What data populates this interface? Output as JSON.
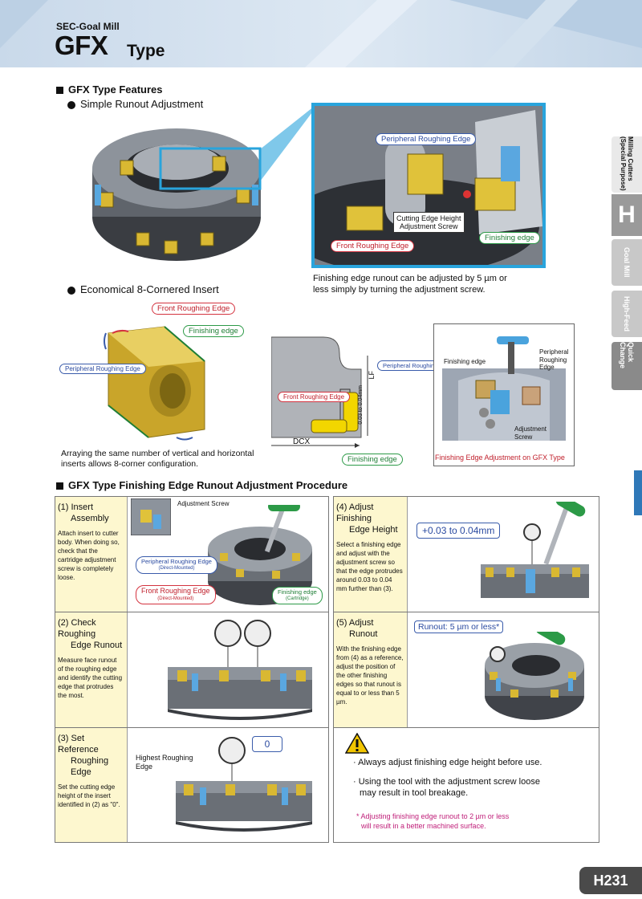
{
  "header": {
    "series": "SEC-Goal Mill",
    "title": "GFX",
    "title_suffix": "Type"
  },
  "side_tabs": {
    "milling": "Milling Cutters (Special Purpose)",
    "letter": "H",
    "goal_mill": "Goal Mill",
    "high_feed": "High-Feed",
    "quick_change": "Quick Change"
  },
  "features": {
    "heading": "GFX Type Features",
    "bullet1": "Simple Runout Adjustment",
    "bullet2": "Economical 8-Cornered Insert",
    "zoom_callouts": {
      "peripheral": "Peripheral Roughing Edge",
      "screw_line1": "Cutting Edge Height",
      "screw_line2": "Adjustment Screw",
      "front": "Front Roughing Edge",
      "finishing": "Finishing edge"
    },
    "zoom_caption_l1": "Finishing edge runout can be adjusted by 5 µm or",
    "zoom_caption_l2": "less simply by turning the adjustment screw.",
    "insert_callouts": {
      "front": "Front Roughing Edge",
      "finishing": "Finishing edge",
      "peripheral": "Peripheral Roughing Edge"
    },
    "insert_caption_l1": "Arraying the same number of vertical and horizontal",
    "insert_caption_l2": "inserts allows 8-corner configuration.",
    "section_callouts": {
      "peripheral": "Peripheral Roughing Edge",
      "front": "Front Roughing Edge",
      "finishing": "Finishing edge",
      "dcx": "DCX",
      "lf": "LF",
      "gap": "0.03 to 0.04mm"
    },
    "adjust_labels": {
      "finishing": "Finishing edge",
      "peripheral_l1": "Peripheral",
      "peripheral_l2": "Roughing",
      "peripheral_l3": "Edge",
      "screw_l1": "Adjustment",
      "screw_l2": "Screw"
    },
    "adjust_caption": "Finishing Edge Adjustment on GFX Type"
  },
  "procedure": {
    "heading": "GFX Type Finishing Edge Runout Adjustment Procedure",
    "step1": {
      "title_l1": "(1) Insert",
      "title_l2": "Assembly",
      "desc": "Attach insert to cutter body. When doing so, check that the cartridge adjustment screw is completely loose.",
      "screw_label": "Adjustment Screw",
      "peripheral": "Peripheral Roughing Edge",
      "peripheral_sub": "(Direct-Mounted)",
      "front": "Front Roughing Edge",
      "front_sub": "(Direct-Mounted)",
      "finishing": "Finishing edge",
      "finishing_sub": "(Cartridge)"
    },
    "step2": {
      "title_l1": "(2) Check Roughing",
      "title_l2": "Edge Runout",
      "desc": "Measure face runout of the roughing edge and identify the cutting edge that protrudes the most."
    },
    "step3": {
      "title_l1": "(3) Set Reference",
      "title_l2": "Roughing Edge",
      "desc": "Set the cutting edge height of the insert identified in (2) as \"0\".",
      "label_l1": "Highest Roughing",
      "label_l2": "Edge",
      "value": "0"
    },
    "step4": {
      "title_l1": "(4) Adjust Finishing",
      "title_l2": "Edge Height",
      "desc": "Select a finishing edge and adjust with the adjustment screw so that the edge protrudes around 0.03 to 0.04 mm further than (3).",
      "value": "+0.03 to 0.04mm"
    },
    "step5": {
      "title_l1": "(5) Adjust",
      "title_l2": "Runout",
      "desc": "With the finishing edge from (4) as a reference, adjust the position of the other finishing edges so that runout is equal to or less than 5 µm.",
      "value": "Runout: 5 µm or less*"
    },
    "warning": {
      "line1": "· Always adjust finishing edge height before use.",
      "line2a": "· Using the tool with the adjustment screw loose",
      "line2b": "may result in tool breakage.",
      "note_l1": "* Adjusting finishing edge runout to 2 µm or less",
      "note_l2": "will result in a better machined surface."
    }
  },
  "page_number": "H231"
}
